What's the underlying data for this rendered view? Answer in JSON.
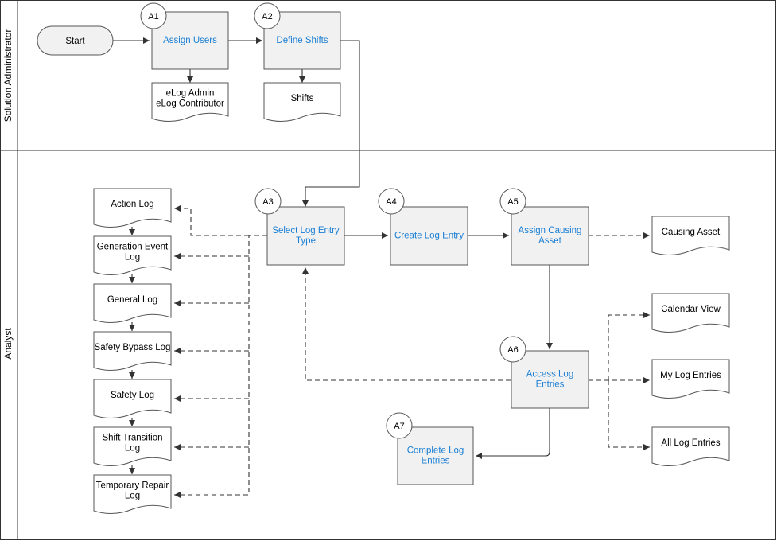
{
  "lanes": {
    "admin": "Solution Administrator",
    "analyst": "Analyst"
  },
  "start": {
    "label": "Start"
  },
  "steps": {
    "a1": {
      "badge": "A1",
      "lines": [
        "Assign Users"
      ]
    },
    "a2": {
      "badge": "A2",
      "lines": [
        "Define Shifts"
      ]
    },
    "a3": {
      "badge": "A3",
      "lines": [
        "Select Log Entry",
        "Type"
      ]
    },
    "a4": {
      "badge": "A4",
      "lines": [
        "Create Log Entry"
      ]
    },
    "a5": {
      "badge": "A5",
      "lines": [
        "Assign Causing",
        "Asset"
      ]
    },
    "a6": {
      "badge": "A6",
      "lines": [
        "Access Log",
        "Entries"
      ]
    },
    "a7": {
      "badge": "A7",
      "lines": [
        "Complete Log",
        "Entries"
      ]
    }
  },
  "docs": {
    "roles": [
      "eLog Admin",
      "eLog Contributor"
    ],
    "shifts": [
      "Shifts"
    ],
    "causing_asset": [
      "Causing Asset"
    ],
    "calendar_view": [
      "Calendar View"
    ],
    "my_log_entries": [
      "My Log Entries"
    ],
    "all_log_entries": [
      "All Log Entries"
    ]
  },
  "log_types": [
    [
      "Action Log"
    ],
    [
      "Generation Event",
      "Log"
    ],
    [
      "General Log"
    ],
    [
      "Safety Bypass Log"
    ],
    [
      "Safety Log"
    ],
    [
      "Shift Transition",
      "Log"
    ],
    [
      "Temporary Repair",
      "Log"
    ]
  ],
  "colors": {
    "link_text": "#1a7fd4",
    "step_fill": "#f1f1f1",
    "border": "#555555"
  }
}
